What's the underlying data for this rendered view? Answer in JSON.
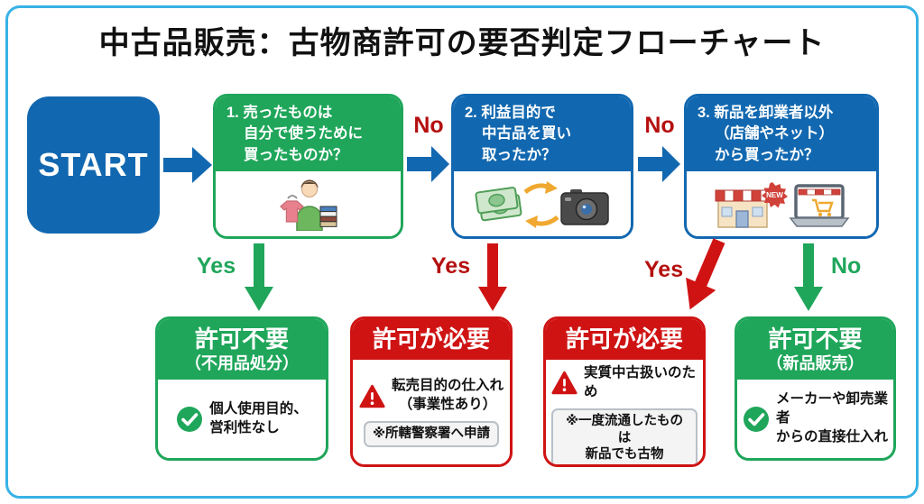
{
  "title": "中古品販売：古物商許可の要否判定フローチャート",
  "start": {
    "label": "START"
  },
  "questions": {
    "q1": {
      "lines": [
        "1. 売ったものは",
        "自分で使うために",
        "買ったものか？"
      ],
      "icon": "person-selling-used-items"
    },
    "q2": {
      "lines": [
        "2. 利益目的で",
        "中古品を買い",
        "取ったか？"
      ],
      "icon": "money-camera-exchange"
    },
    "q3": {
      "lines": [
        "3. 新品を卸業者以外",
        "（店舗やネット）",
        "から買ったか？"
      ],
      "icon": "store-and-online-shop"
    }
  },
  "labels": {
    "no1": "No",
    "no2": "No",
    "yes1": "Yes",
    "yes2": "Yes",
    "yes3": "Yes",
    "no3": "No"
  },
  "results": {
    "r1": {
      "title": "許可不要",
      "subtitle": "（不用品処分）",
      "lines": [
        "個人使用目的、",
        "営利性なし"
      ]
    },
    "r2": {
      "title": "許可が必要",
      "lines": [
        "転売目的の仕入れ",
        "（事業性あり）"
      ],
      "note_lines": [
        "※所轄警察署へ申請"
      ]
    },
    "r3": {
      "title": "許可が必要",
      "lines": [
        "実質中古扱いのため"
      ],
      "note_lines": [
        "※一度流通したものは",
        "新品でも古物"
      ]
    },
    "r4": {
      "title": "許可不要",
      "subtitle": "（新品販売）",
      "lines": [
        "メーカーや卸売業者",
        "からの直接仕入れ"
      ]
    }
  },
  "icons": {
    "new_badge": "NEW"
  },
  "colors": {
    "frame": "#38b2e5",
    "blue": "#1268b0",
    "green": "#1fa65a",
    "red": "#cf1313",
    "label_red": "#b50f0f"
  }
}
